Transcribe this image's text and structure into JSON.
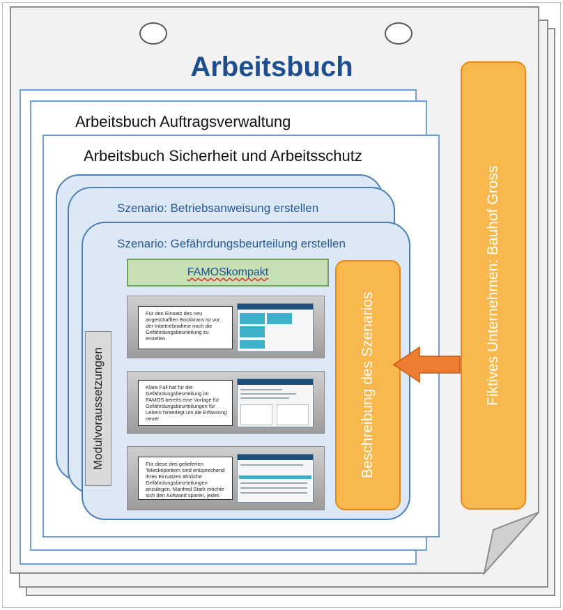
{
  "title": "Arbeitsbuch",
  "books": {
    "order_management": "Arbeitsbuch Auftragsverwaltung",
    "safety": "Arbeitsbuch Sicherheit und Arbeitsschutz"
  },
  "scenarios": {
    "operating_instructions": "Szenario: Betriebsanweisung erstellen",
    "risk_assessment": "Szenario: Gefährdungsbeurteilung erstellen"
  },
  "product": "FAMOSkompakt",
  "module_prereq": "Modulvoraussetzungen",
  "scenario_description": "Beschreibung des Szenarios",
  "fictional_company": "Fiktives Unternehmen: Bauhof Gross",
  "steps": [
    {
      "text": "Für den Einsatz des neu angeschafften Bockkrans ist vor der Inbetriebnahme noch die Gefährdungsbeurteilung zu erstellen."
    },
    {
      "text": "Klare Fall hat für die Gefährdungsbeurteilung im FAMOS bereits eine Vorlage für Gefährdungsbeurteilungen für Leitern hinterlegt um die Erfassung neuer"
    },
    {
      "text": "Für diese drei gelieferten Teleskopleitern sind entsprechend ihres Einsatzes ähnliche Gefährdungsbeurteilungen anzulegen. Manfred Stark möchte sich den Aufwand sparen, jedes"
    }
  ],
  "colors": {
    "title": "#1f4e8c",
    "orange": "#f8b84e",
    "orange_border": "#e48a1c",
    "scenario_fill": "#dce8f5",
    "famos_fill": "#c6e0b4"
  }
}
